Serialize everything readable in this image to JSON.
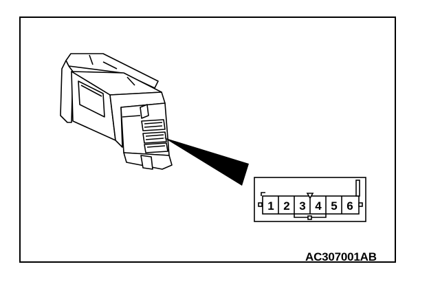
{
  "figure": {
    "reference_code": "AC307001AB",
    "pin_numbers": [
      "1",
      "2",
      "3",
      "4",
      "5",
      "6"
    ]
  }
}
